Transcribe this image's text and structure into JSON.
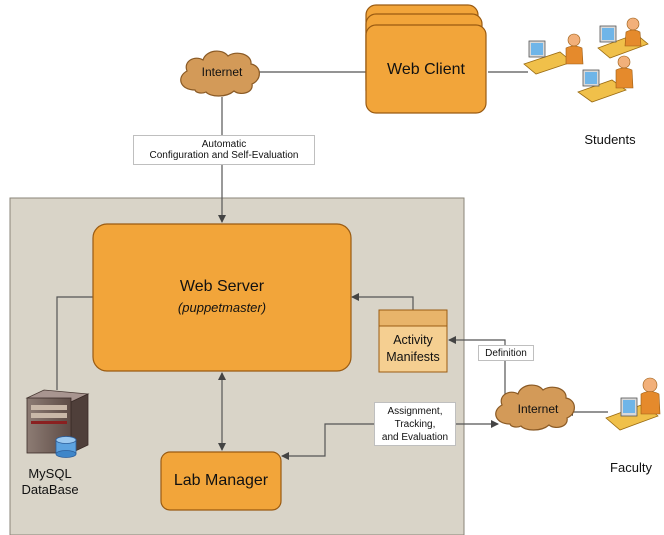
{
  "nodes": {
    "internet_top": "Internet",
    "web_client": "Web Client",
    "students": "Students",
    "web_server": "Web Server",
    "web_server_sub": "(puppetmaster)",
    "activity_manifests": "Activity\nManifests",
    "mysql_db": "MySQL\nDataBase",
    "lab_manager": "Lab Manager",
    "internet_right": "Internet",
    "faculty": "Faculty"
  },
  "edge_labels": {
    "auto_config": "Automatic\nConfiguration and Self-Evaluation",
    "definition": "Definition",
    "assignment": "Assignment,\nTracking,\nand Evaluation"
  },
  "icons": {
    "cloud": "cloud-icon",
    "server": "database-server-icon",
    "people": "people-at-computers-icon"
  },
  "colors": {
    "orange_fill": "#f2a53a",
    "orange_stroke": "#9a5b12",
    "panel_fill": "#d9d4c8",
    "panel_stroke": "#8a8578",
    "manifest_fill": "#f5cf91",
    "cloud_fill": "#d39a58",
    "line": "#555555"
  }
}
